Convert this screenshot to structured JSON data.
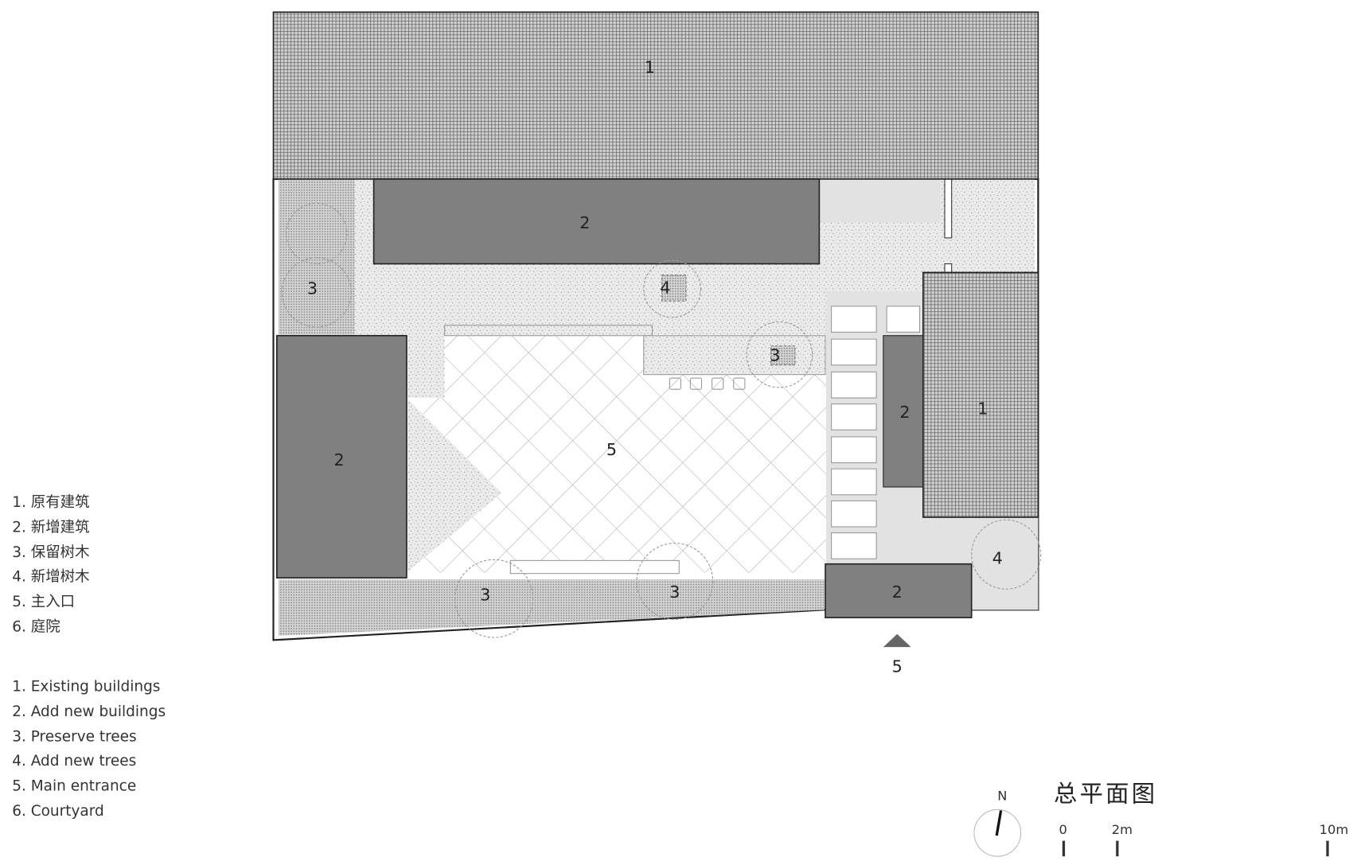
{
  "drawing": {
    "title": "总平面图",
    "north_label": "N",
    "scale_bar": {
      "ticks": [
        "0",
        "2m",
        "10m"
      ]
    },
    "entrance_marker_label": "5",
    "zone_labels": [
      {
        "id": "existing-north",
        "text": "1"
      },
      {
        "id": "new-north",
        "text": "2"
      },
      {
        "id": "tree-west",
        "text": "3"
      },
      {
        "id": "tree-new-center",
        "text": "4"
      },
      {
        "id": "tree-center-right",
        "text": "3"
      },
      {
        "id": "new-west",
        "text": "2"
      },
      {
        "id": "courtyard",
        "text": "5"
      },
      {
        "id": "new-east-inner",
        "text": "2"
      },
      {
        "id": "existing-east",
        "text": "1"
      },
      {
        "id": "tree-new-east",
        "text": "4"
      },
      {
        "id": "tree-south-left",
        "text": "3"
      },
      {
        "id": "tree-south-mid",
        "text": "3"
      },
      {
        "id": "new-south",
        "text": "2"
      }
    ],
    "colors": {
      "building_new": "#808080",
      "building_existing": "#9a9a9a",
      "gravel": "#e6e6e6",
      "paving_light": "#e2e2e2",
      "outline": "#222222"
    }
  },
  "legend_cn": [
    "1. 原有建筑",
    "2. 新增建筑",
    "3. 保留树木",
    "4. 新增树木",
    "5. 主入口",
    "6. 庭院"
  ],
  "legend_en": [
    "1. Existing buildings",
    "2. Add new buildings",
    "3. Preserve trees",
    "4. Add new trees",
    "5. Main entrance",
    "6. Courtyard"
  ]
}
